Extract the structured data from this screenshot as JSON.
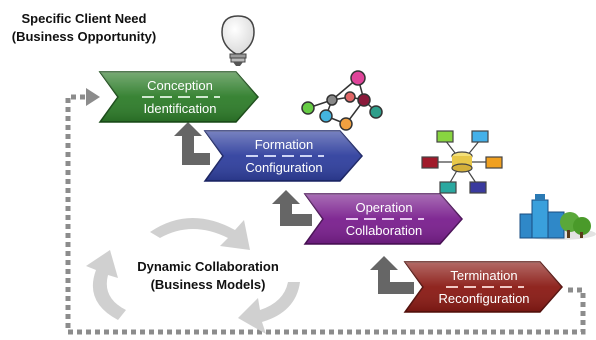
{
  "header": {
    "line1": "Specific Client Need",
    "line2": "(Business Opportunity)"
  },
  "center_label": {
    "line1": "Dynamic Collaboration",
    "line2": "(Business Models)"
  },
  "stages": [
    {
      "top": "Conception",
      "bottom": "Identification",
      "color": "#2e7d2a"
    },
    {
      "top": "Formation",
      "bottom": "Configuration",
      "color": "#2f3f9e"
    },
    {
      "top": "Operation",
      "bottom": "Collaboration",
      "color": "#7a1f8e"
    },
    {
      "top": "Termination",
      "bottom": "Reconfiguration",
      "color": "#8a1a14"
    }
  ],
  "icons": [
    "lightbulb-icon",
    "molecule-network-icon",
    "database-network-icon",
    "city-buildings-icon"
  ],
  "colors": {
    "loop_arrow": "#8c8c8c",
    "return_arrow": "#666666",
    "cycle_arrows": "#cccccc"
  }
}
